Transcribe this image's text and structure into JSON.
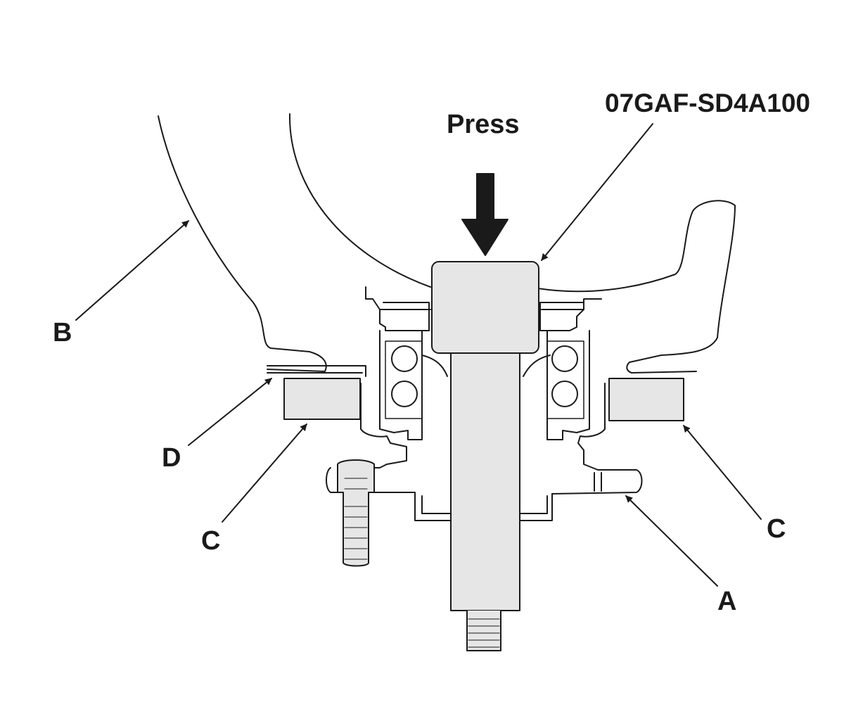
{
  "labels": {
    "press": "Press",
    "tool": "07GAF-SD4A100",
    "a": "A",
    "b": "B",
    "c_left": "C",
    "c_right": "C",
    "d": "D"
  },
  "colors": {
    "line": "#1a1a1a",
    "fill": "#e6e6e6",
    "background": "#ffffff"
  }
}
